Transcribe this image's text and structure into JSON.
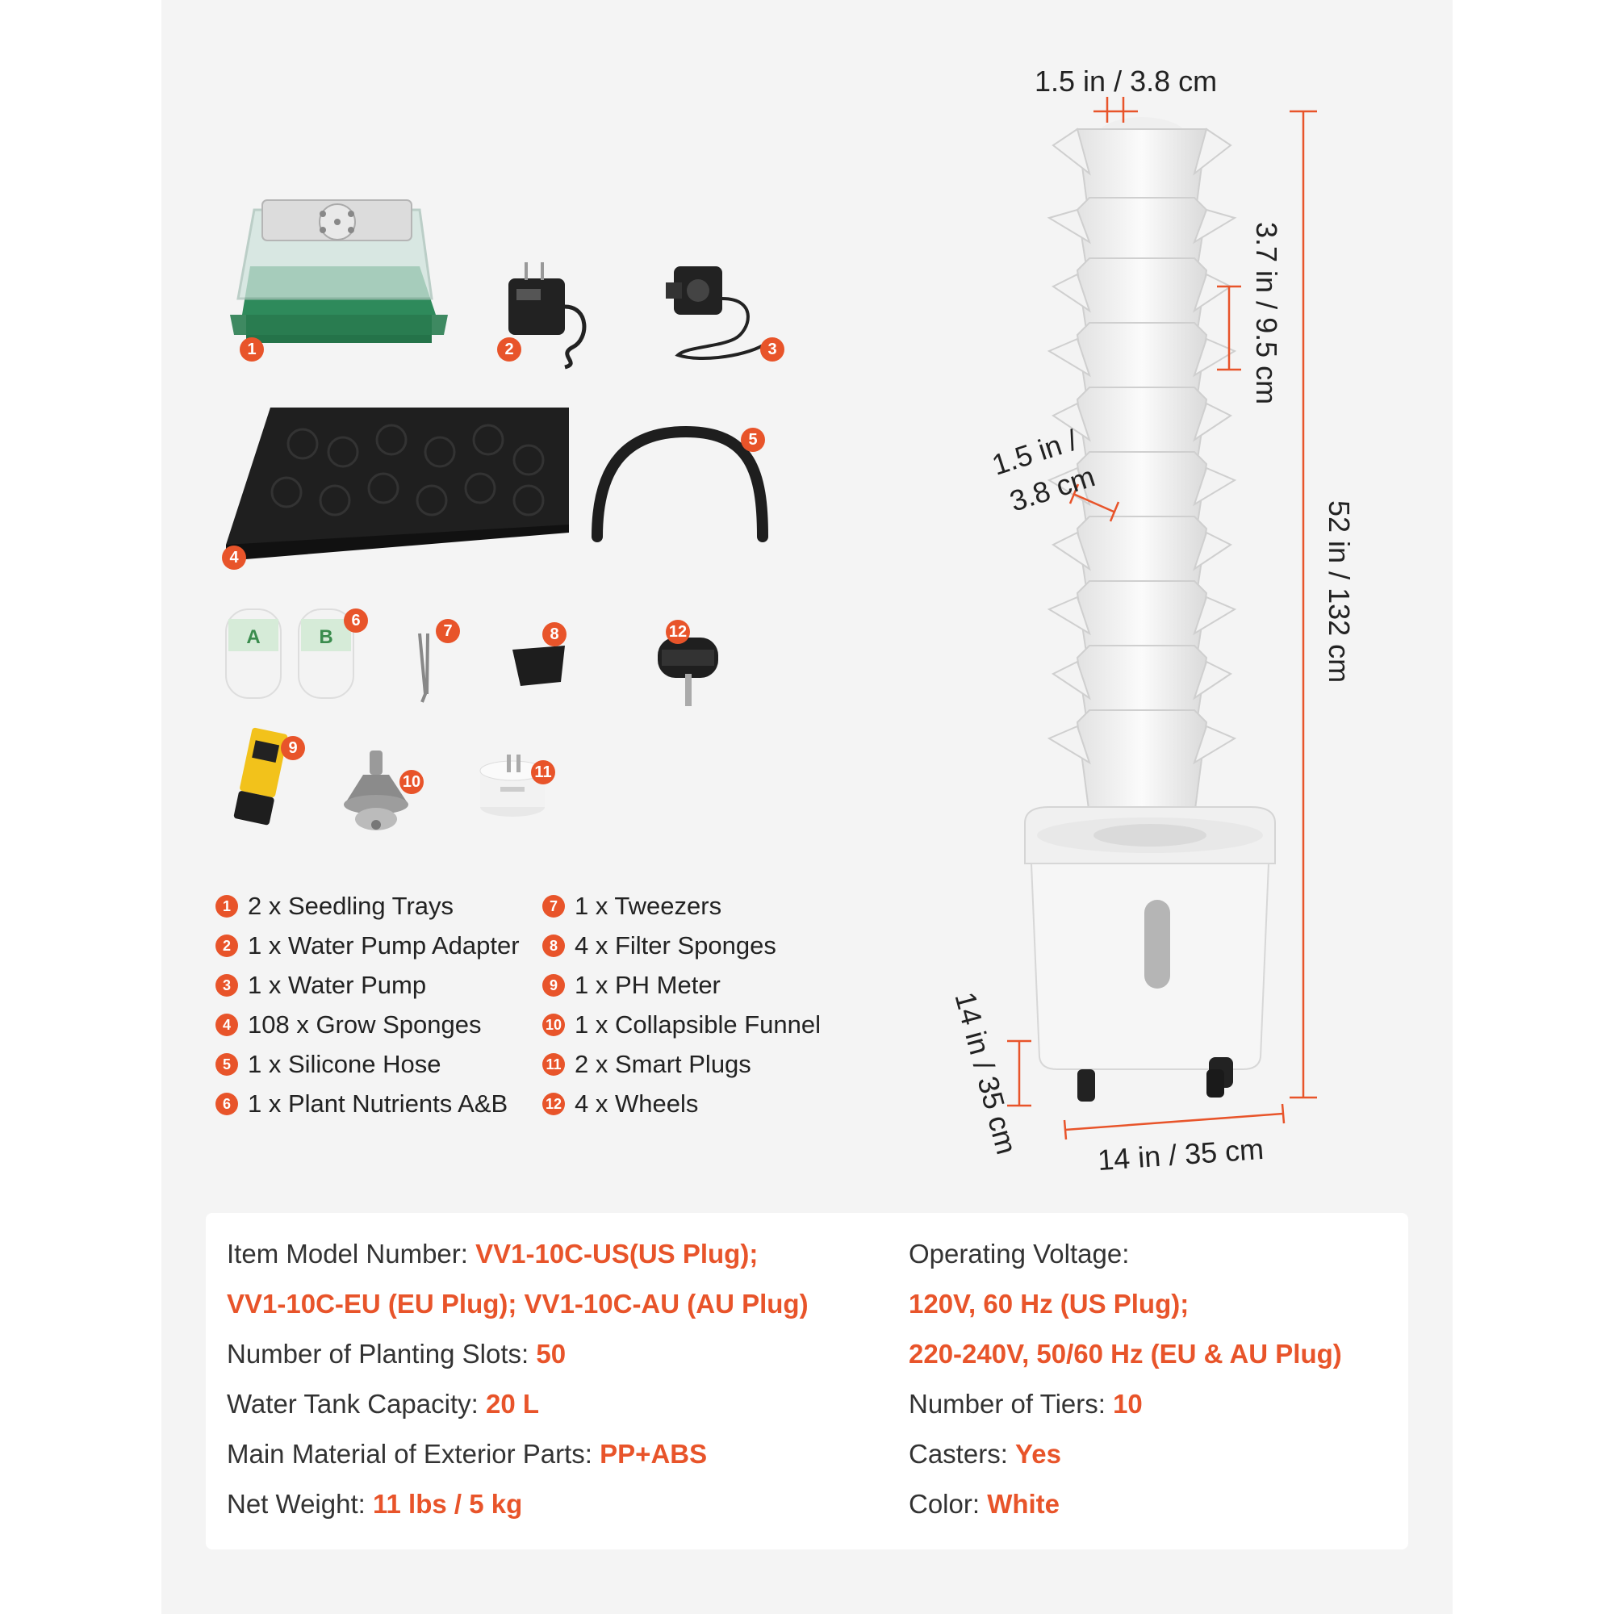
{
  "dimensions": {
    "top_width": "1.5 in / 3.8 cm",
    "tier_height": "3.7 in / 9.5 cm",
    "total_height": "52 in / 132 cm",
    "pocket_width_line1": "1.5 in /",
    "pocket_width_line2": "3.8 cm",
    "base_depth": "14 in / 35 cm",
    "base_width": "14 in / 35 cm"
  },
  "parts": [
    {
      "num": "1",
      "label": "2 x Seedling Trays"
    },
    {
      "num": "2",
      "label": "1 x Water Pump Adapter"
    },
    {
      "num": "3",
      "label": "1 x Water Pump"
    },
    {
      "num": "4",
      "label": "108 x Grow Sponges"
    },
    {
      "num": "5",
      "label": "1 x Silicone Hose"
    },
    {
      "num": "6",
      "label": "1 x Plant Nutrients A&B"
    },
    {
      "num": "7",
      "label": "1 x Tweezers"
    },
    {
      "num": "8",
      "label": "4 x Filter Sponges"
    },
    {
      "num": "9",
      "label": "1 x PH Meter"
    },
    {
      "num": "10",
      "label": "1 x Collapsible Funnel"
    },
    {
      "num": "11",
      "label": "2 x Smart Plugs"
    },
    {
      "num": "12",
      "label": "4 x Wheels"
    }
  ],
  "nutrient_labels": {
    "a": "A",
    "b": "B"
  },
  "specs": {
    "model_label": "Item Model Number: ",
    "model_value_1": "VV1-10C-US(US Plug);",
    "model_value_2": "VV1-10C-EU (EU Plug); VV1-10C-AU (AU Plug)",
    "slots_label": "Number of Planting Slots: ",
    "slots_value": "50",
    "tank_label": "Water Tank Capacity: ",
    "tank_value": "20 L",
    "material_label": "Main Material of Exterior Parts: ",
    "material_value": "PP+ABS",
    "weight_label": "Net Weight: ",
    "weight_value": "11 lbs / 5 kg",
    "voltage_label": "Operating Voltage:",
    "voltage_value_1": "120V, 60 Hz (US Plug);",
    "voltage_value_2": "220-240V, 50/60 Hz (EU & AU Plug)",
    "tiers_label": "Number of Tiers: ",
    "tiers_value": "10",
    "casters_label": "Casters: ",
    "casters_value": "Yes",
    "color_label": "Color: ",
    "color_value": "White"
  },
  "colors": {
    "accent": "#e8542a",
    "panel": "#f4f4f4",
    "tray_green": "#2f8c5c"
  }
}
